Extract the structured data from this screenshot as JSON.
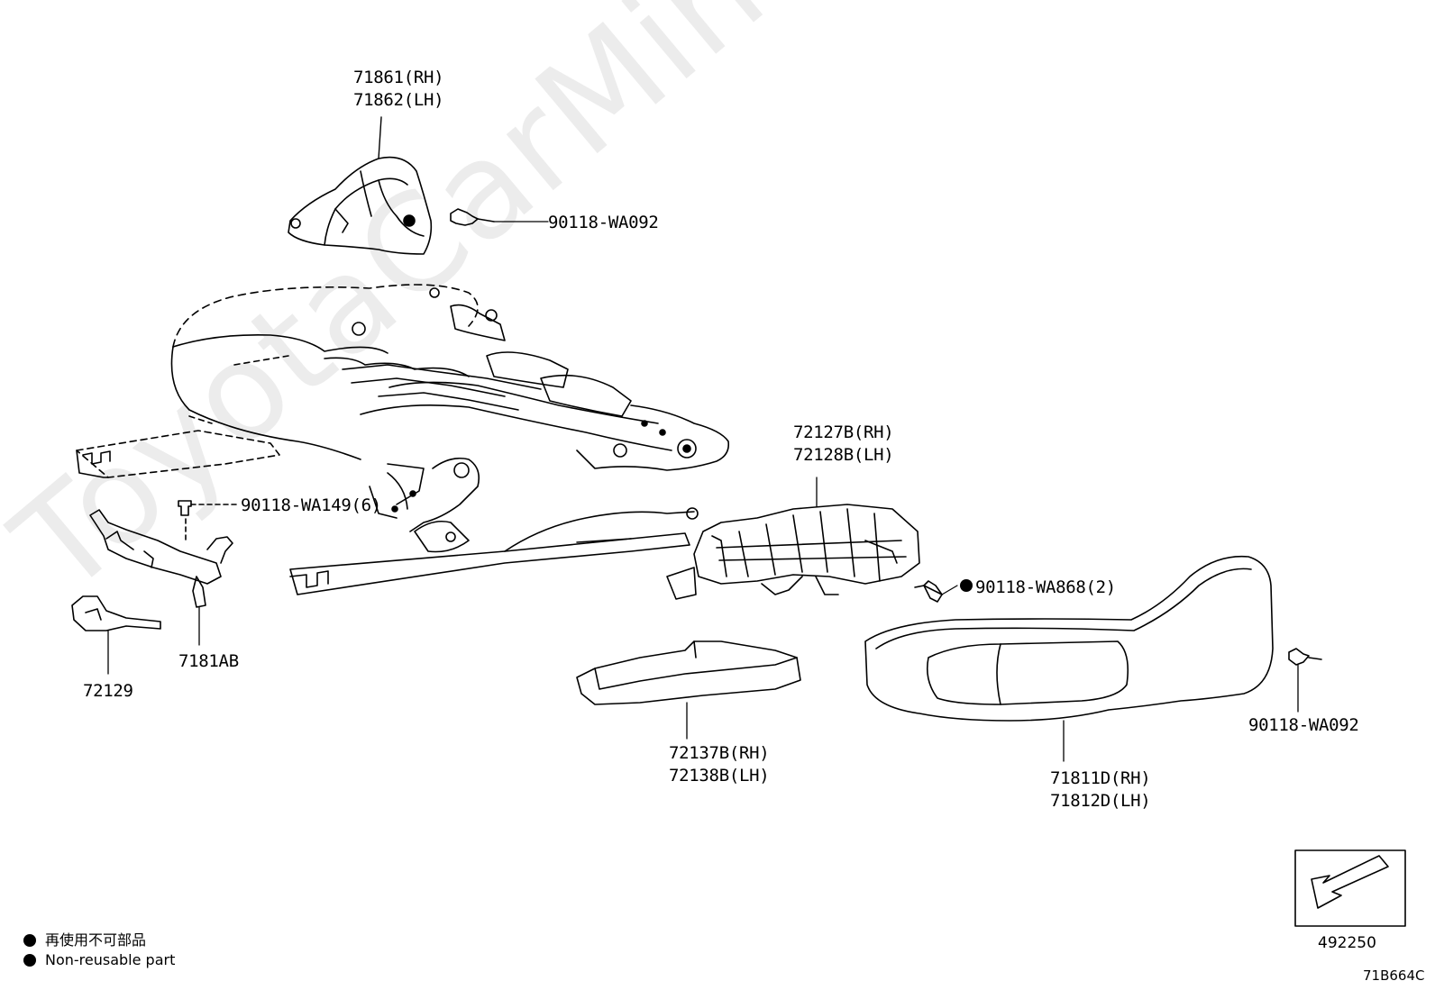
{
  "watermark": "ToyotaCarMine.ru",
  "callouts": {
    "p71861": "71861(RH)",
    "p71862": "71862(LH)",
    "clip_top": "90118-WA092",
    "screw_wa149": "90118-WA149(6)",
    "p72127b": "72127B(RH)",
    "p72128b": "72128B(LH)",
    "screw_wa868": "90118-WA868(2)",
    "p72129": "72129",
    "p7181ab": "7181AB",
    "p72137b": "72137B(RH)",
    "p72138b": "72138B(LH)",
    "p71811d": "71811D(RH)",
    "p71812d": "71812D(LH)",
    "clip_right": "90118-WA092"
  },
  "legend": {
    "jp": "再使用不可部品",
    "en": "Non-reusable part"
  },
  "view_indicator": {
    "code": "492250"
  },
  "illustration_code": "71B664C",
  "colors": {
    "line": "#000000",
    "background": "#ffffff"
  }
}
